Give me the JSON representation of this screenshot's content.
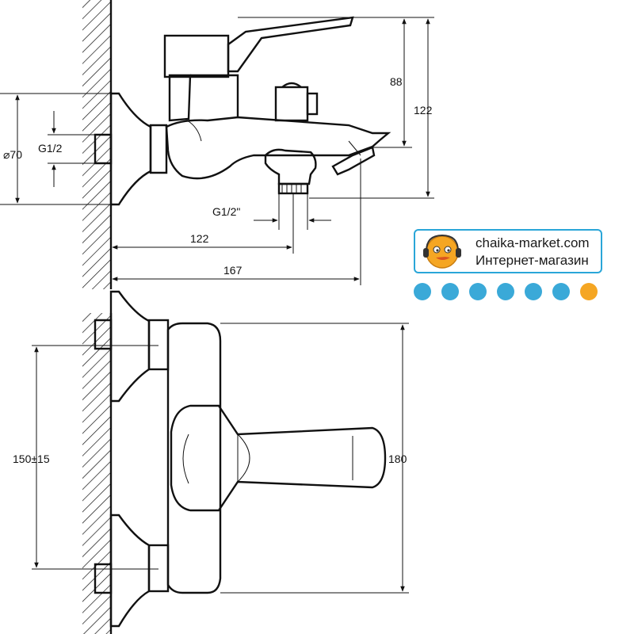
{
  "dimensions": {
    "top_height_88": "88",
    "top_height_122": "122",
    "flange_diameter": "⌀70",
    "inlet_thread": "G1/2",
    "outlet_thread": "G1/2\"",
    "spout_reach_122": "122",
    "spout_reach_167": "167",
    "inlet_spacing": "150±15",
    "body_height": "180"
  },
  "badge": {
    "url": "chaika-market.com",
    "subtitle": "Интернет-магазин"
  },
  "dots": [
    {
      "color": "#3aa9d8"
    },
    {
      "color": "#3aa9d8"
    },
    {
      "color": "#3aa9d8"
    },
    {
      "color": "#3aa9d8"
    },
    {
      "color": "#3aa9d8"
    },
    {
      "color": "#3aa9d8"
    },
    {
      "color": "#f5a623"
    }
  ]
}
